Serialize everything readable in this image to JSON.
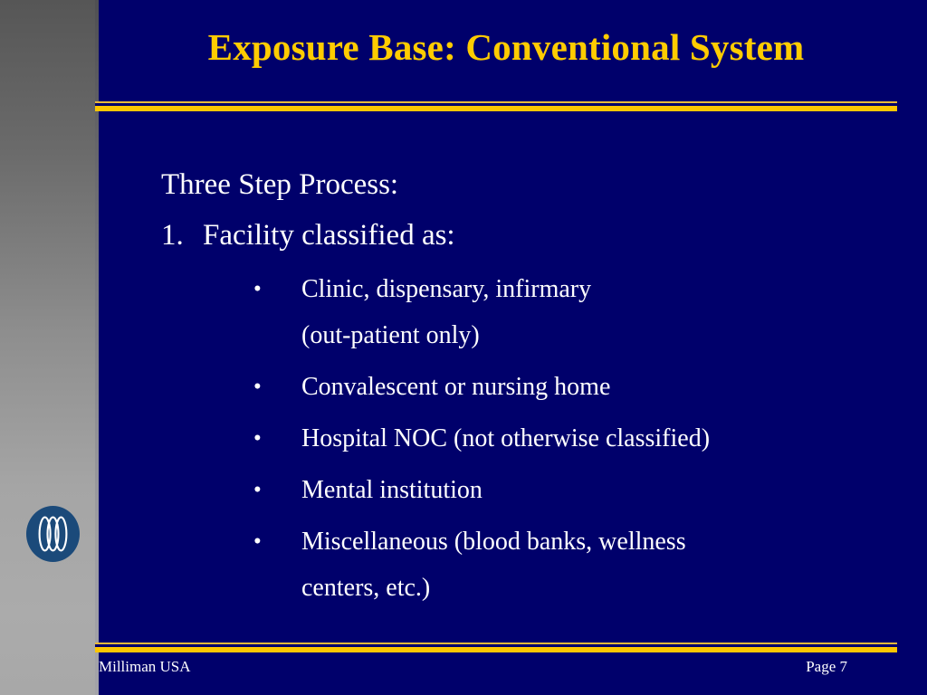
{
  "slide": {
    "title": "Exposure Base: Conventional System",
    "background_color": "#00006b",
    "accent_color": "#ffcc00",
    "text_color": "#ffffff"
  },
  "logo": {
    "name": "milliman-logo",
    "circle_color": "#1b4a7a",
    "mark_color": "#ffffff"
  },
  "content": {
    "lead": "Three Step Process:",
    "numbered": {
      "number": "1.",
      "text": "Facility classified as:"
    },
    "bullet_char": "•",
    "bullets": [
      {
        "text": "Clinic, dispensary, infirmary",
        "continuation": "(out-patient only)"
      },
      {
        "text": "Convalescent or nursing home",
        "continuation": ""
      },
      {
        "text": "Hospital NOC (not otherwise classified)",
        "continuation": ""
      },
      {
        "text": "Mental institution",
        "continuation": ""
      },
      {
        "text": "Miscellaneous (blood banks, wellness",
        "continuation": "centers, etc.)"
      }
    ]
  },
  "footer": {
    "left": "Milliman USA",
    "right": "Page 7"
  }
}
